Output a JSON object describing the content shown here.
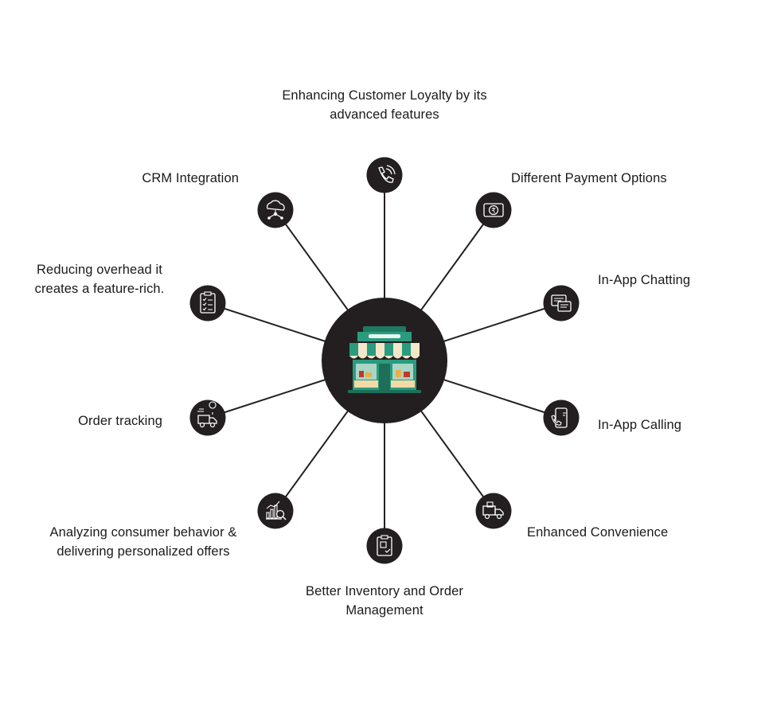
{
  "hub": {
    "icon": "storefront-icon"
  },
  "features": [
    {
      "id": "customer-loyalty",
      "lines": [
        "Enhancing Customer Loyalty by its",
        "advanced features"
      ],
      "icon": "phone-call-icon"
    },
    {
      "id": "payment-options",
      "lines": [
        "Different Payment Options"
      ],
      "icon": "rupee-banknote-icon"
    },
    {
      "id": "in-app-chatting",
      "lines": [
        "In-App Chatting"
      ],
      "icon": "chat-messages-icon"
    },
    {
      "id": "in-app-calling",
      "lines": [
        "In-App Calling"
      ],
      "icon": "phone-call-app-icon"
    },
    {
      "id": "enhanced-convenience",
      "lines": [
        "Enhanced Convenience"
      ],
      "icon": "delivery-truck-icon"
    },
    {
      "id": "inventory-management",
      "lines": [
        "Better Inventory and Order",
        "Management"
      ],
      "icon": "inventory-clipboard-icon"
    },
    {
      "id": "consumer-behavior",
      "lines": [
        "Analyzing consumer behavior &",
        "delivering personalized offers"
      ],
      "icon": "analytics-search-icon"
    },
    {
      "id": "order-tracking",
      "lines": [
        "Order tracking"
      ],
      "icon": "tracking-van-icon"
    },
    {
      "id": "reducing-overhead",
      "lines": [
        "Reducing overhead it",
        "creates a feature-rich."
      ],
      "icon": "checklist-icon"
    },
    {
      "id": "crm-integration",
      "lines": [
        "CRM Integration"
      ],
      "icon": "cloud-network-icon"
    }
  ]
}
